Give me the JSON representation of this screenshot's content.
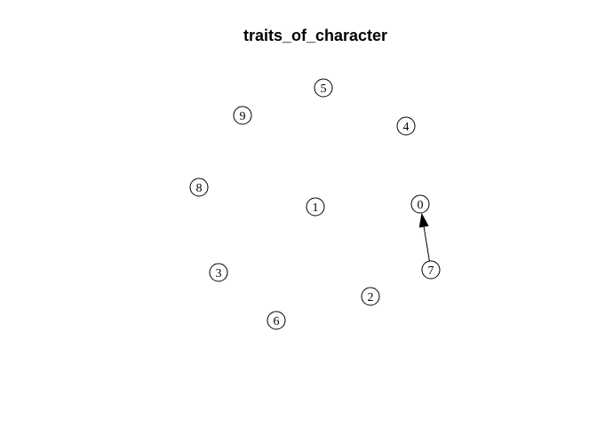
{
  "title": "traits_of_character",
  "nodes": [
    {
      "id": "0",
      "label": "0"
    },
    {
      "id": "1",
      "label": "1"
    },
    {
      "id": "2",
      "label": "2"
    },
    {
      "id": "3",
      "label": "3"
    },
    {
      "id": "4",
      "label": "4"
    },
    {
      "id": "5",
      "label": "5"
    },
    {
      "id": "6",
      "label": "6"
    },
    {
      "id": "7",
      "label": "7"
    },
    {
      "id": "8",
      "label": "8"
    },
    {
      "id": "9",
      "label": "9"
    }
  ],
  "edges": [
    {
      "from": "7",
      "to": "0",
      "directed": true
    }
  ],
  "colors": {
    "background": "#ffffff",
    "stroke": "#000000",
    "text": "#000000"
  }
}
